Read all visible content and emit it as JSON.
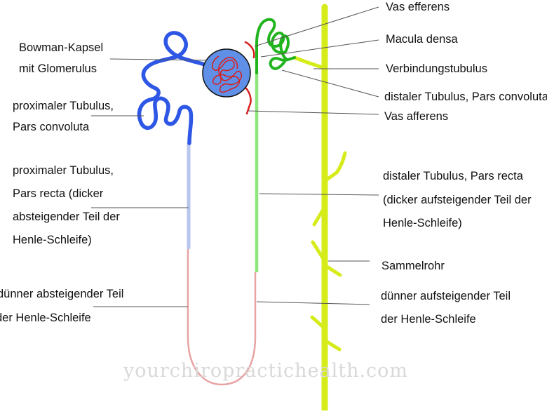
{
  "colors": {
    "proximal": "#2f57e6",
    "proximal_recta": "#b9c6ec",
    "thin_limb": "#e8a3a3",
    "distal": "#22b41e",
    "distal_recta": "#8fe47c",
    "collecting": "#d6ec1a",
    "arteriole": "#d81e1e",
    "capsule_fill": "#5f8fe6",
    "leader": "#555555"
  },
  "labels": {
    "bowman_line1": "Bowman-Kapsel",
    "bowman_line2": "mit Glomerulus",
    "prox_conv_line1": "proximaler Tubulus,",
    "prox_conv_line2": "Pars convoluta",
    "prox_recta_line1": "proximaler Tubulus,",
    "prox_recta_line2": "Pars recta (dicker",
    "prox_recta_line3": "absteigender Teil der",
    "prox_recta_line4": "Henle-Schleife)",
    "thin_desc_line1": "dünner absteigender Teil",
    "thin_desc_line2": "der Henle-Schleife",
    "vas_efferens": "Vas efferens",
    "macula_densa": "Macula densa",
    "verbindungstubulus": "Verbindungstubulus",
    "distal_conv": "distaler Tubulus, Pars convoluta",
    "vas_afferens": "Vas afferens",
    "distal_recta_line1": "distaler Tubulus, Pars recta",
    "distal_recta_line2": "(dicker aufsteigender Teil der",
    "distal_recta_line3": "Henle-Schleife)",
    "sammelrohr": "Sammelrohr",
    "thin_asc_line1": "dünner aufsteigender Teil",
    "thin_asc_line2": "der Henle-Schleife"
  },
  "watermark": "yourchiropractichealth.com"
}
